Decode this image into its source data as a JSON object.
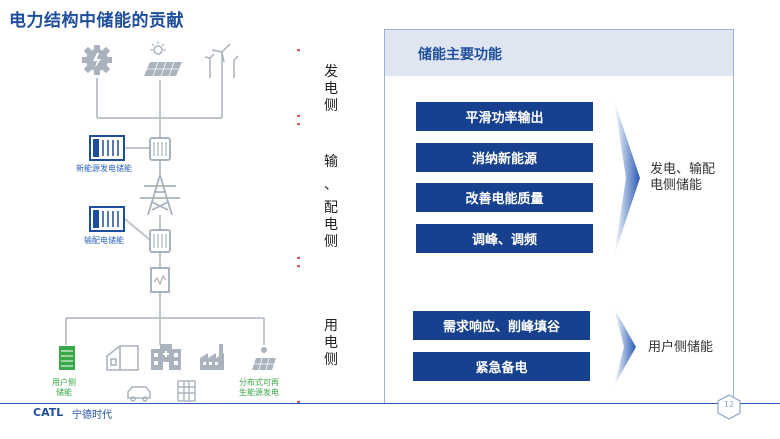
{
  "title": "电力结构中储能的贡献",
  "left_labels": {
    "gen_storage": "新能源发电储能",
    "grid_storage": "输配电储能",
    "user_storage": [
      "用户侧",
      "储能"
    ],
    "distributed": [
      "分布式可再",
      "生能源发电"
    ]
  },
  "side_groups": {
    "generation": [
      "发",
      "电",
      "侧"
    ],
    "transmission": [
      "输",
      "、",
      "配",
      "电",
      "侧"
    ],
    "user": [
      "用",
      "电",
      "侧"
    ]
  },
  "panel": {
    "title": "储能主要功能",
    "group1_buttons": [
      "平滑功率输出",
      "消纳新能源",
      "改善电能质量",
      "调峰、调频"
    ],
    "group1_label": [
      "发电、输配",
      "电侧储能"
    ],
    "group2_buttons": [
      "需求响应、削峰填谷",
      "紧急备电"
    ],
    "group2_label": "用户侧储能"
  },
  "footer": {
    "brand": "CATL",
    "brand_cn": "宁德时代",
    "page_number": "12"
  },
  "colors": {
    "primary": "#17408e",
    "title_blue": "#1f4e9c",
    "green": "#3aa84a",
    "bracket": "#e23b3b"
  }
}
